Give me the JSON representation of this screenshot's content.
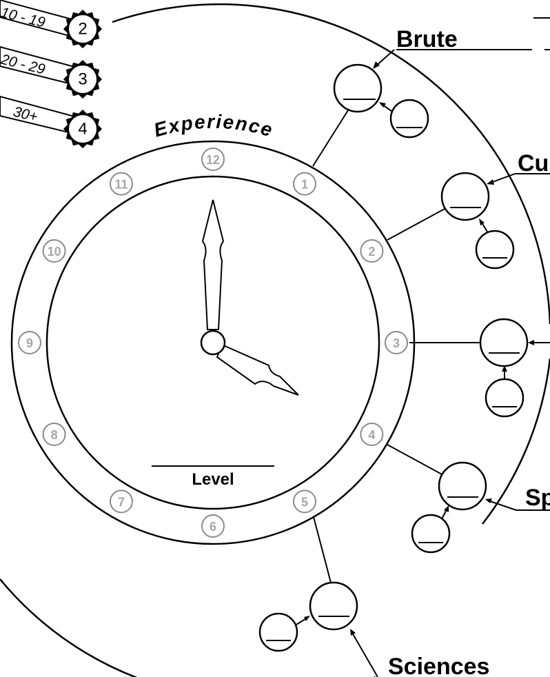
{
  "experience_title": "Experience",
  "level_label": "Level",
  "hours": [
    "1",
    "2",
    "3",
    "4",
    "5",
    "6",
    "7",
    "8",
    "9",
    "10",
    "11",
    "12"
  ],
  "age_bands": [
    {
      "range": "10 - 19",
      "modifier": "2"
    },
    {
      "range": "20 - 29",
      "modifier": "3"
    },
    {
      "range": "30+",
      "modifier": "4"
    }
  ],
  "attributes": [
    {
      "label": "Brute"
    },
    {
      "label": "Cur"
    },
    {
      "label": ""
    },
    {
      "label": "Sp"
    },
    {
      "label": "Sciences"
    }
  ]
}
